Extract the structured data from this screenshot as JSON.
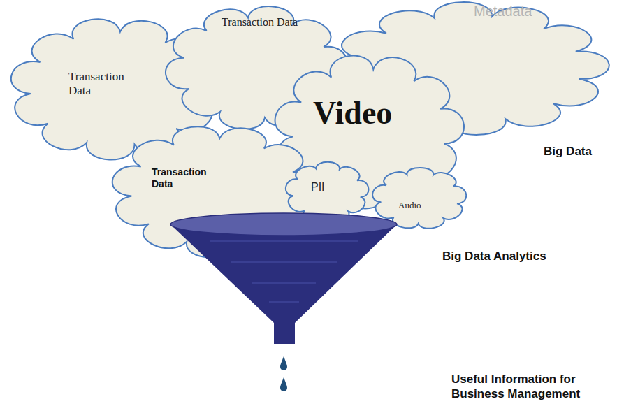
{
  "diagram": {
    "nodes": [
      {
        "text": [
          "Transaction Data"
        ]
      },
      {
        "text": [
          "Transaction Data"
        ]
      },
      {
        "text": [
          "Metadata"
        ]
      },
      {
        "text": [
          "Video"
        ]
      },
      {
        "text": [
          "Transaction Data"
        ]
      },
      {
        "text": [
          "PII"
        ]
      },
      {
        "text": [
          "Audio"
        ]
      }
    ],
    "edges": [],
    "labels": [
      "Big Data",
      "Big Data Analytics",
      "Useful Information for Business Management"
    ]
  }
}
